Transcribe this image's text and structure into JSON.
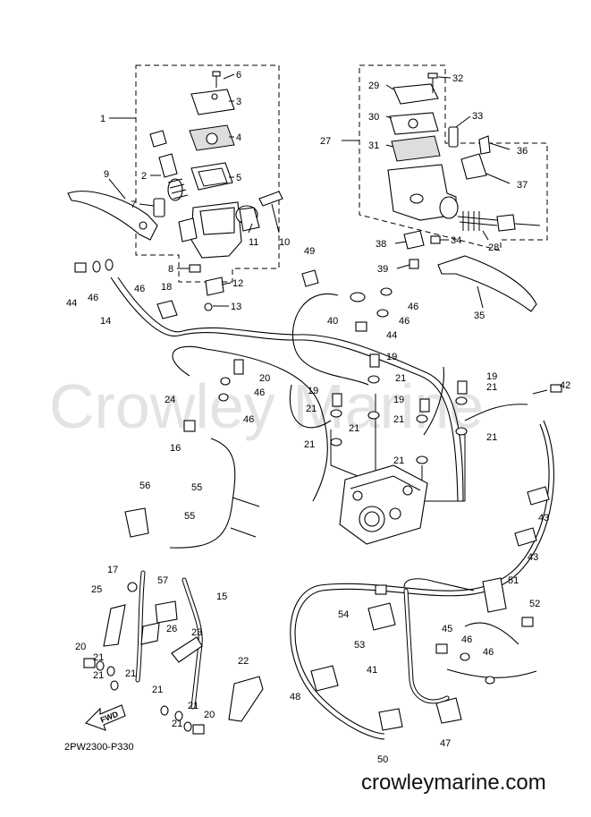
{
  "watermark": "Crowley Marine",
  "diagram_code": "2PW2300-P330",
  "fwd_label": "FWD",
  "site": "crowleymarine.com",
  "callouts": [
    {
      "id": "c1",
      "text": "1"
    },
    {
      "id": "c2",
      "text": "2"
    },
    {
      "id": "c3",
      "text": "3"
    },
    {
      "id": "c4",
      "text": "4"
    },
    {
      "id": "c5",
      "text": "5"
    },
    {
      "id": "c6",
      "text": "6"
    },
    {
      "id": "c7",
      "text": "7"
    },
    {
      "id": "c8",
      "text": "8"
    },
    {
      "id": "c9",
      "text": "9"
    },
    {
      "id": "c10",
      "text": "10"
    },
    {
      "id": "c11",
      "text": "11"
    },
    {
      "id": "c12",
      "text": "12"
    },
    {
      "id": "c13",
      "text": "13"
    },
    {
      "id": "c14",
      "text": "14"
    },
    {
      "id": "c15",
      "text": "15"
    },
    {
      "id": "c16",
      "text": "16"
    },
    {
      "id": "c17",
      "text": "17"
    },
    {
      "id": "c18",
      "text": "18"
    },
    {
      "id": "c19a",
      "text": "19"
    },
    {
      "id": "c19b",
      "text": "19"
    },
    {
      "id": "c19c",
      "text": "19"
    },
    {
      "id": "c19d",
      "text": "19"
    },
    {
      "id": "c20a",
      "text": "20"
    },
    {
      "id": "c20b",
      "text": "20"
    },
    {
      "id": "c20c",
      "text": "20"
    },
    {
      "id": "c21a",
      "text": "21"
    },
    {
      "id": "c21b",
      "text": "21"
    },
    {
      "id": "c21c",
      "text": "21"
    },
    {
      "id": "c21d",
      "text": "21"
    },
    {
      "id": "c21e",
      "text": "21"
    },
    {
      "id": "c21f",
      "text": "21"
    },
    {
      "id": "c21g",
      "text": "21"
    },
    {
      "id": "c21h",
      "text": "21"
    },
    {
      "id": "c21i",
      "text": "21"
    },
    {
      "id": "c21j",
      "text": "21"
    },
    {
      "id": "c21k",
      "text": "21"
    },
    {
      "id": "c21l",
      "text": "21"
    },
    {
      "id": "c21m",
      "text": "21"
    },
    {
      "id": "c21n",
      "text": "21"
    },
    {
      "id": "c22",
      "text": "22"
    },
    {
      "id": "c23",
      "text": "23"
    },
    {
      "id": "c24",
      "text": "24"
    },
    {
      "id": "c25",
      "text": "25"
    },
    {
      "id": "c26",
      "text": "26"
    },
    {
      "id": "c27",
      "text": "27"
    },
    {
      "id": "c28",
      "text": "28"
    },
    {
      "id": "c29",
      "text": "29"
    },
    {
      "id": "c30",
      "text": "30"
    },
    {
      "id": "c31",
      "text": "31"
    },
    {
      "id": "c32",
      "text": "32"
    },
    {
      "id": "c33",
      "text": "33"
    },
    {
      "id": "c34",
      "text": "34"
    },
    {
      "id": "c35",
      "text": "35"
    },
    {
      "id": "c36",
      "text": "36"
    },
    {
      "id": "c37",
      "text": "37"
    },
    {
      "id": "c38",
      "text": "38"
    },
    {
      "id": "c39",
      "text": "39"
    },
    {
      "id": "c40",
      "text": "40"
    },
    {
      "id": "c41",
      "text": "41"
    },
    {
      "id": "c42",
      "text": "42"
    },
    {
      "id": "c43a",
      "text": "43"
    },
    {
      "id": "c43b",
      "text": "43"
    },
    {
      "id": "c44a",
      "text": "44"
    },
    {
      "id": "c44b",
      "text": "44"
    },
    {
      "id": "c45",
      "text": "45"
    },
    {
      "id": "c46a",
      "text": "46"
    },
    {
      "id": "c46b",
      "text": "46"
    },
    {
      "id": "c46c",
      "text": "46"
    },
    {
      "id": "c46d",
      "text": "46"
    },
    {
      "id": "c46e",
      "text": "46"
    },
    {
      "id": "c46f",
      "text": "46"
    },
    {
      "id": "c46g",
      "text": "46"
    },
    {
      "id": "c46h",
      "text": "46"
    },
    {
      "id": "c47",
      "text": "47"
    },
    {
      "id": "c48",
      "text": "48"
    },
    {
      "id": "c49",
      "text": "49"
    },
    {
      "id": "c50",
      "text": "50"
    },
    {
      "id": "c51",
      "text": "51"
    },
    {
      "id": "c52",
      "text": "52"
    },
    {
      "id": "c53",
      "text": "53"
    },
    {
      "id": "c54",
      "text": "54"
    },
    {
      "id": "c55a",
      "text": "55"
    },
    {
      "id": "c55b",
      "text": "55"
    },
    {
      "id": "c56",
      "text": "56"
    },
    {
      "id": "c57",
      "text": "57"
    }
  ]
}
